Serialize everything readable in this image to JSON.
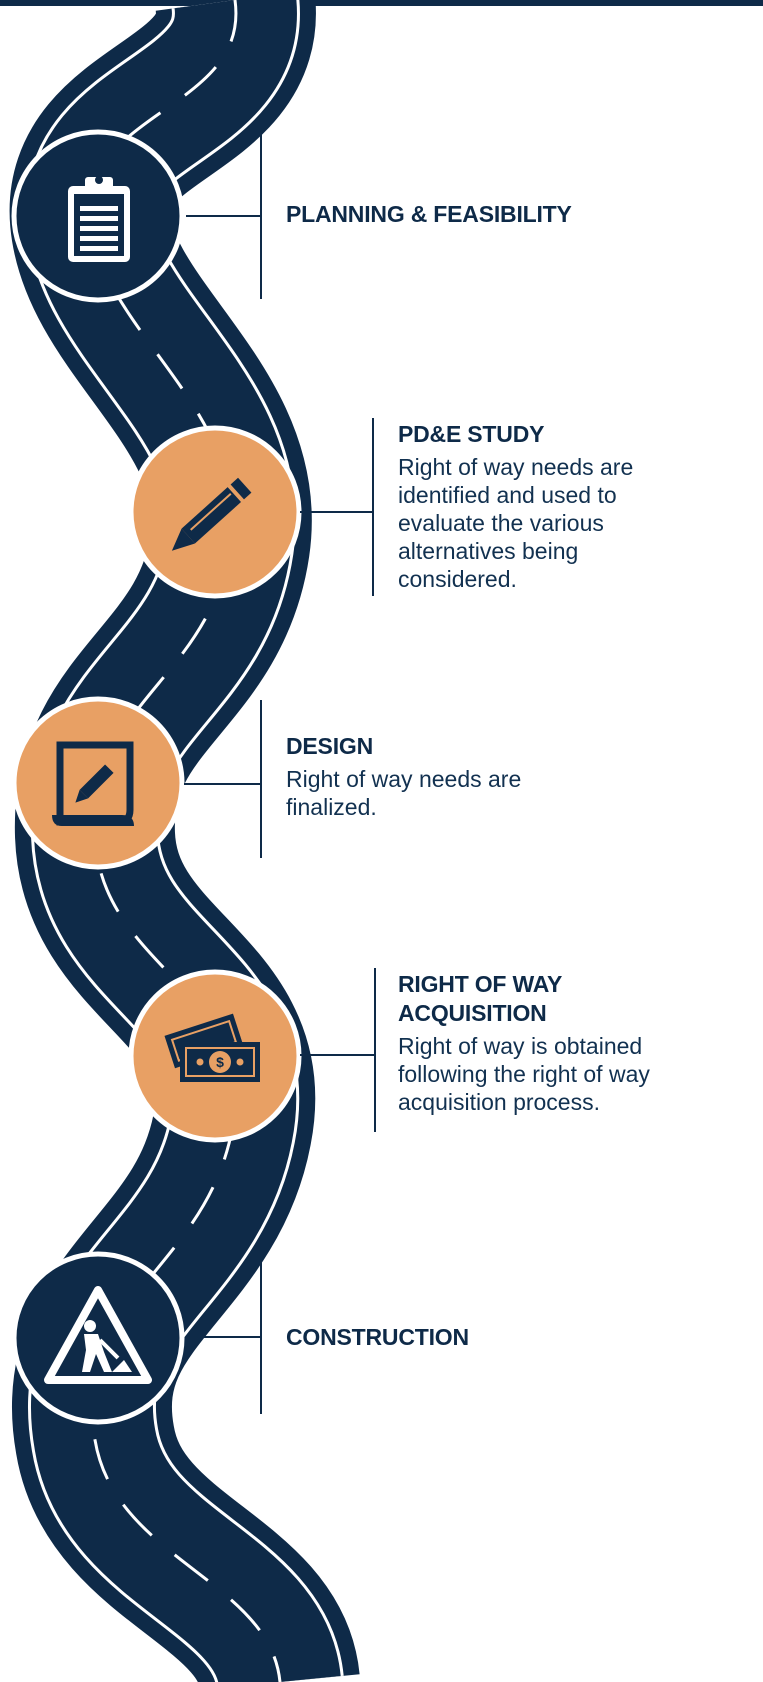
{
  "colors": {
    "navy": "#0e2a48",
    "orange": "#e8a064",
    "white": "#ffffff"
  },
  "steps": [
    {
      "title": "PLANNING & FEASIBILITY",
      "desc": "",
      "icon": "clipboard-icon",
      "style": "navy"
    },
    {
      "title": "PD&E STUDY",
      "desc": "Right of way needs are identified and used to evaluate the various alternatives being considered.",
      "icon": "pencil-icon",
      "style": "orange"
    },
    {
      "title": "DESIGN",
      "desc": "Right of way needs are finalized.",
      "icon": "design-document-icon",
      "style": "orange"
    },
    {
      "title": "RIGHT OF WAY ACQUISITION",
      "desc": "Right of way is obtained following the right of way acquisition process.",
      "icon": "money-icon",
      "style": "orange"
    },
    {
      "title": "CONSTRUCTION",
      "desc": "",
      "icon": "construction-sign-icon",
      "style": "navy"
    }
  ]
}
